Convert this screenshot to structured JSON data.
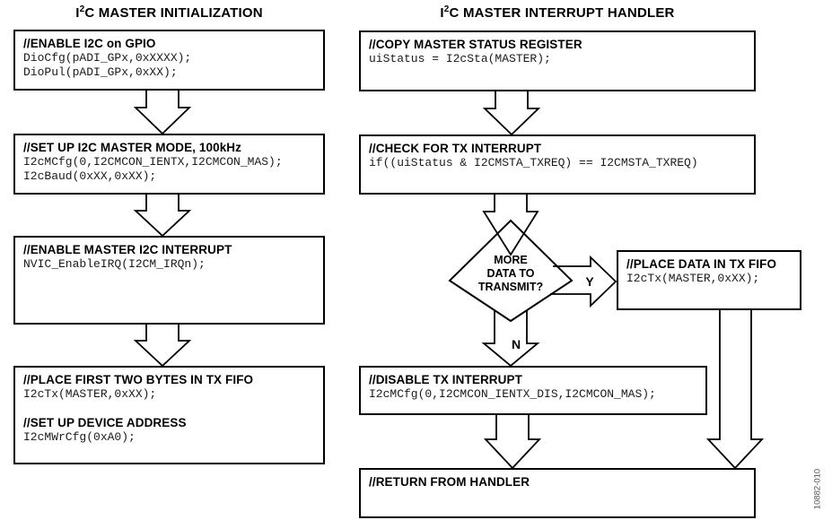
{
  "left": {
    "title": {
      "pre": "I",
      "sup": "2",
      "post": "C MASTER INITIALIZATION"
    },
    "boxes": [
      {
        "header": "//ENABLE I2C on GPIO",
        "code": [
          "DioCfg(pADI_GPx,0xXXXX);",
          "DioPul(pADI_GPx,0xXX);"
        ]
      },
      {
        "header": "//SET UP I2C MASTER MODE, 100kHz",
        "code": [
          "I2cMCfg(0,I2CMCON_IENTX,I2CMCON_MAS);",
          "I2cBaud(0xXX,0xXX);"
        ]
      },
      {
        "header": "//ENABLE MASTER I2C INTERRUPT",
        "code": [
          "NVIC_EnableIRQ(I2CM_IRQn);"
        ]
      },
      {
        "sections": [
          {
            "header": "//PLACE FIRST TWO BYTES IN TX FIFO",
            "code": [
              "I2cTx(MASTER,0xXX);"
            ]
          },
          {
            "header": "//SET UP DEVICE ADDRESS",
            "code": [
              "I2cMWrCfg(0xA0);"
            ]
          }
        ]
      }
    ]
  },
  "right": {
    "title": {
      "pre": "I",
      "sup": "2",
      "post": "C MASTER INTERRUPT HANDLER"
    },
    "boxes": [
      {
        "header": "//COPY MASTER STATUS REGISTER",
        "code": [
          "uiStatus = I2cSta(MASTER);"
        ]
      },
      {
        "header": "//CHECK FOR TX INTERRUPT",
        "code": [
          "if((uiStatus & I2CMSTA_TXREQ) == I2CMSTA_TXREQ)"
        ]
      },
      {
        "header": "//PLACE DATA IN TX FIFO",
        "code": [
          "I2cTx(MASTER,0xXX);"
        ]
      },
      {
        "header": "//DISABLE TX INTERRUPT",
        "code": [
          "I2cMCfg(0,I2CMCON_IENTX_DIS,I2CMCON_MAS);"
        ]
      },
      {
        "header": "//RETURN FROM HANDLER"
      }
    ],
    "decision": {
      "line1": "MORE",
      "line2": "DATA TO",
      "line3": "TRANSMIT?",
      "yes_label": "Y",
      "no_label": "N"
    }
  },
  "caption_vertical": "10882-010",
  "colors": {
    "line": "#000000",
    "background": "#ffffff",
    "caption": "#555555"
  }
}
